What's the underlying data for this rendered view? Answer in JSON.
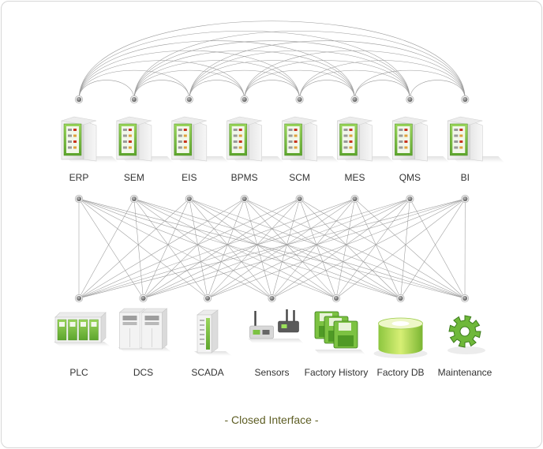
{
  "systems": [
    {
      "label": "ERP"
    },
    {
      "label": "SEM"
    },
    {
      "label": "EIS"
    },
    {
      "label": "BPMS"
    },
    {
      "label": "SCM"
    },
    {
      "label": "MES"
    },
    {
      "label": "QMS"
    },
    {
      "label": "BI"
    }
  ],
  "devices": [
    {
      "label": "PLC",
      "icon": "plc-rack-icon"
    },
    {
      "label": "DCS",
      "icon": "dcs-cabinet-icon"
    },
    {
      "label": "SCADA",
      "icon": "scada-tower-icon"
    },
    {
      "label": "Sensors",
      "icon": "sensor-devices-icon"
    },
    {
      "label": "Factory History",
      "icon": "history-disks-icon"
    },
    {
      "label": "Factory DB",
      "icon": "database-cylinder-icon"
    },
    {
      "label": "Maintenance",
      "icon": "gear-icon"
    }
  ],
  "caption": "- Closed Interface -",
  "colors": {
    "accent_green": "#7cc242",
    "line": "#9a9a9a",
    "caption": "#5e5e24",
    "node": "#777777"
  }
}
